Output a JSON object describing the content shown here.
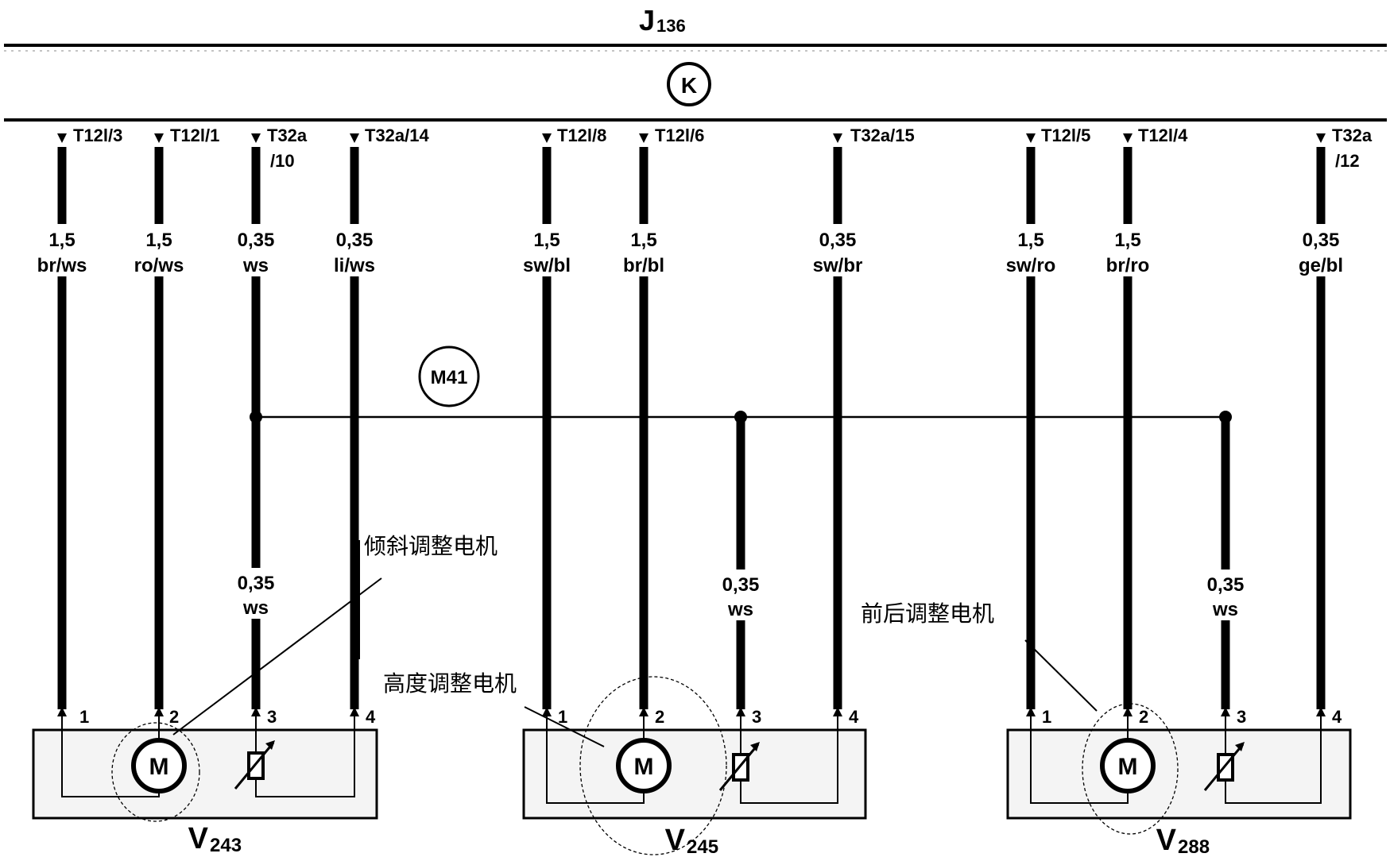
{
  "unit": {
    "name_letter": "J",
    "name_sub": "136",
    "symbol": "K"
  },
  "connectors": [
    {
      "label": "T12l/3",
      "gauge": "1,5",
      "color": "br/ws"
    },
    {
      "label": "T12l/1",
      "gauge": "1,5",
      "color": "ro/ws"
    },
    {
      "label": "T32a",
      "label2": "/10",
      "gauge": "0,35",
      "color": "ws"
    },
    {
      "label": "T32a/14",
      "gauge": "0,35",
      "color": "li/ws"
    },
    {
      "label": "T12l/8",
      "gauge": "1,5",
      "color": "sw/bl"
    },
    {
      "label": "T12l/6",
      "gauge": "1,5",
      "color": "br/bl"
    },
    {
      "label": "T32a/15",
      "gauge": "0,35",
      "color": "sw/br"
    },
    {
      "label": "T12l/5",
      "gauge": "1,5",
      "color": "sw/ro"
    },
    {
      "label": "T12l/4",
      "gauge": "1,5",
      "color": "br/ro"
    },
    {
      "label": "T32a",
      "label2": "/12",
      "gauge": "0,35",
      "color": "ge/bl"
    }
  ],
  "ground": {
    "label": "M41"
  },
  "branches": [
    {
      "gauge": "0,35",
      "color": "ws"
    },
    {
      "gauge": "0,35",
      "color": "ws"
    },
    {
      "gauge": "0,35",
      "color": "ws"
    }
  ],
  "motors": [
    {
      "name_letter": "V",
      "name_sub": "243",
      "symbol": "M",
      "pins": [
        "1",
        "2",
        "3",
        "4"
      ]
    },
    {
      "name_letter": "V",
      "name_sub": "245",
      "symbol": "M",
      "pins": [
        "1",
        "2",
        "3",
        "4"
      ]
    },
    {
      "name_letter": "V",
      "name_sub": "288",
      "symbol": "M",
      "pins": [
        "1",
        "2",
        "3",
        "4"
      ]
    }
  ],
  "annotations": {
    "tilt": "倾斜调整电机",
    "height": "高度调整电机",
    "fore_aft": "前后调整电机"
  }
}
